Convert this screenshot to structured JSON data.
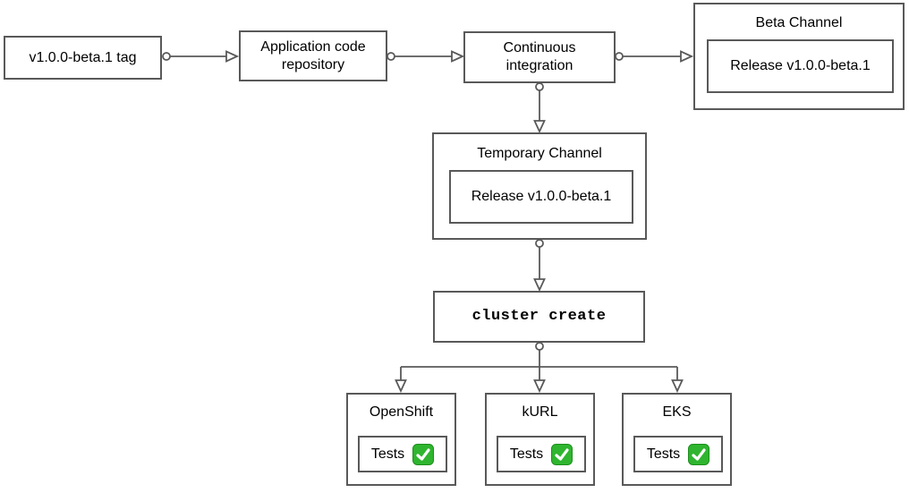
{
  "diagram": {
    "colors": {
      "stroke": "#595959",
      "text": "#000000",
      "background": "#ffffff",
      "check_green": "#2fb52f"
    },
    "nodes": {
      "tag": {
        "label": "v1.0.0-beta.1 tag"
      },
      "repo": {
        "label": "Application code repository"
      },
      "ci": {
        "label": "Continuous integration"
      },
      "beta_channel": {
        "title": "Beta Channel",
        "release_label": "Release v1.0.0-beta.1"
      },
      "temp_channel": {
        "title": "Temporary Channel",
        "release_label": "Release v1.0.0-beta.1"
      },
      "cluster_create": {
        "label": "cluster create"
      }
    },
    "clusters": [
      {
        "title": "OpenShift",
        "tests_label": "Tests",
        "status_icon": "check-mark-button"
      },
      {
        "title": "kURL",
        "tests_label": "Tests",
        "status_icon": "check-mark-button"
      },
      {
        "title": "EKS",
        "tests_label": "Tests",
        "status_icon": "check-mark-button"
      }
    ]
  }
}
